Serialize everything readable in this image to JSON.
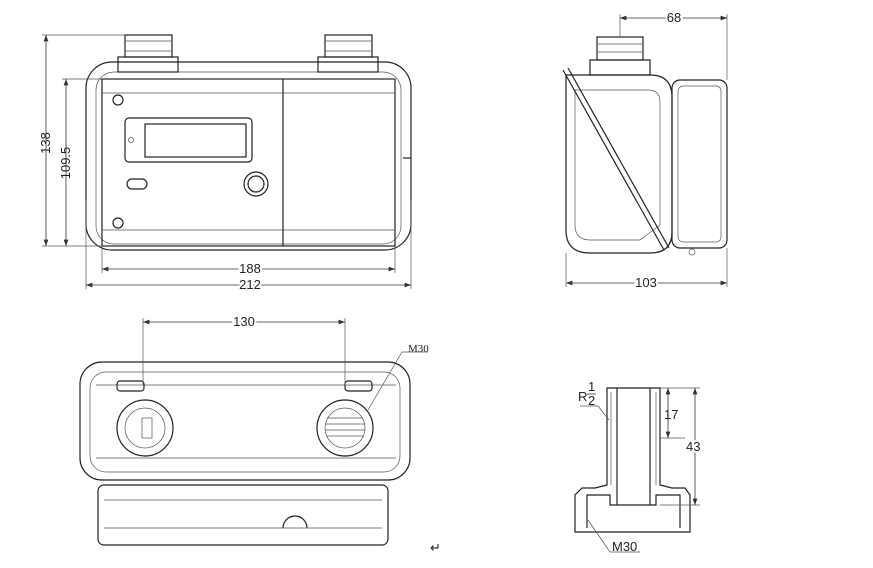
{
  "front_view": {
    "dim_height_total": "138",
    "dim_height_body": "109.5",
    "dim_width_inner": "188",
    "dim_width_total": "212"
  },
  "side_view": {
    "dim_connector_offset": "68",
    "dim_depth": "103"
  },
  "bottom_view": {
    "dim_connector_spacing": "130",
    "thread_label": "M30"
  },
  "section_view": {
    "thread_top_prefix": "R",
    "thread_top_num": "1",
    "thread_top_den": "2",
    "dim_thread_length": "17",
    "dim_height": "43",
    "thread_bottom_label": "M30"
  },
  "footer_mark": "↵"
}
